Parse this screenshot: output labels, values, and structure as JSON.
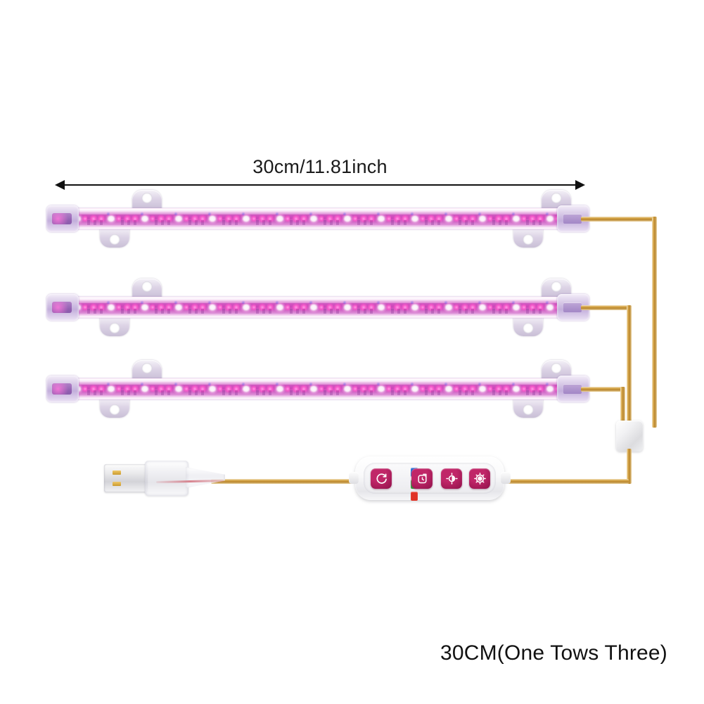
{
  "product": {
    "dimension_label": "30cm/11.81inch",
    "caption": "30CM(One Tows Three)",
    "strip_count": 3,
    "accent_color": "#e04ab8",
    "wire_color": "#d7a646",
    "button_color": "#c02668",
    "housing_color": "#d9c3ea"
  },
  "dimension": {
    "value": "30cm/11.81inch",
    "arrow_left": "arrow-left-icon",
    "arrow_right": "arrow-right-icon"
  },
  "strips": [
    {
      "id": "led-strip-1",
      "label": "LED grow light bar 1",
      "led_groups": 16
    },
    {
      "id": "led-strip-2",
      "label": "LED grow light bar 2",
      "led_groups": 16
    },
    {
      "id": "led-strip-3",
      "label": "LED grow light bar 3",
      "led_groups": 16
    }
  ],
  "controller": {
    "label": "inline controller",
    "buttons": [
      {
        "name": "power-button",
        "icon": "power-icon",
        "color": "#c02668"
      },
      {
        "name": "timer-button",
        "icon": "timer-icon",
        "color": "#c02668"
      },
      {
        "name": "dimmer-button",
        "icon": "brightness-icon",
        "color": "#c02668"
      },
      {
        "name": "mode-button",
        "icon": "sun-mode-icon",
        "color": "#c02668"
      }
    ],
    "indicators": [
      {
        "name": "indicator-blue",
        "color": "#2c6fd6"
      },
      {
        "name": "indicator-green",
        "color": "#2fa63f"
      },
      {
        "name": "indicator-red",
        "color": "#e03326"
      }
    ]
  },
  "connector": {
    "type": "usb-a-plug",
    "label": "USB-A connector"
  },
  "splitter": {
    "label": "three-way wire splitter"
  }
}
